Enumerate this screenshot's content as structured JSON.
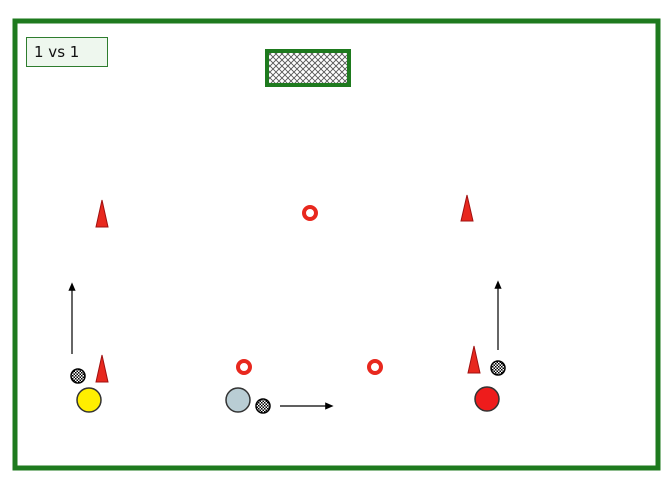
{
  "drill": {
    "title": "1 vs 1"
  },
  "colors": {
    "field_border": "#1e7a1e",
    "goal_border": "#1e7a1e",
    "goal_net": "#555555",
    "cone": "#e8281e",
    "disc_marker": "#e8281e",
    "player_left": "#ffee00",
    "player_center": "#b9cdd4",
    "player_right": "#ee1c1c",
    "arrow": "#000000"
  },
  "elements": {
    "goal": "goal-net",
    "cones": [
      "cone",
      "cone",
      "cone",
      "cone"
    ],
    "disc_markers": [
      "disc-marker",
      "disc-marker",
      "disc-marker"
    ],
    "players": [
      "player-yellow",
      "player-grey",
      "player-red"
    ],
    "balls": [
      "soccer-ball",
      "soccer-ball",
      "soccer-ball"
    ],
    "arrows": [
      "arrow-up",
      "arrow-right",
      "arrow-up"
    ]
  }
}
